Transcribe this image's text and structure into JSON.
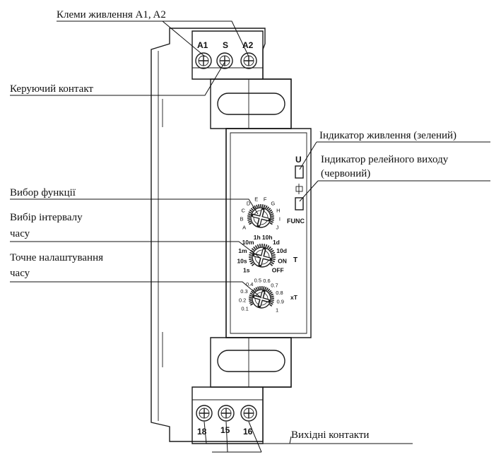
{
  "callouts": {
    "power_terminals": "Клеми живлення A1, A2",
    "control_contact": "Керуючий контакт",
    "power_indicator": "Індикатор живлення (зелений)",
    "relay_indicator_line1": "Індикатор релейного виходу",
    "relay_indicator_line2": "(червоний)",
    "function_select": "Вибор функції",
    "interval_line1": "Вибір інтервалу",
    "interval_line2": "часу",
    "fine_line1": "Точне налаштування",
    "fine_line2": "часу",
    "output_contacts": "Вихідні контакти"
  },
  "top_terminals": [
    "A1",
    "S",
    "A2"
  ],
  "bottom_terminals": [
    "18",
    "15",
    "16"
  ],
  "indicators": {
    "power_label": "U",
    "func_label": "FUNC"
  },
  "function_dial": {
    "letters": [
      "A",
      "B",
      "C",
      "D",
      "E",
      "F",
      "G",
      "H",
      "I",
      "J"
    ]
  },
  "range_dial": {
    "label": "T",
    "positions": [
      "1s",
      "10s",
      "1m",
      "10m",
      "1h",
      "10h",
      "1d",
      "10d",
      "ON",
      "OFF"
    ]
  },
  "fine_dial": {
    "label": "xT",
    "positions": [
      "0.1",
      "0.2",
      "0.3",
      "0.4",
      "0.5",
      "0.6",
      "0.7",
      "0.8",
      "0.9",
      "1"
    ]
  },
  "colors": {
    "power_led": "#00a000",
    "relay_led": "#d00000"
  }
}
